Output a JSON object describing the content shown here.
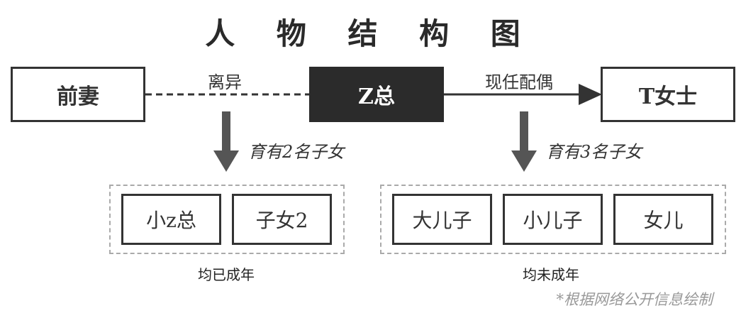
{
  "title": "人 物 结 构 图",
  "nodes": {
    "ex_wife": "前妻",
    "z_boss": "Z总",
    "ms_t": "T女士"
  },
  "relations": {
    "divorced": "离异",
    "current_spouse": "现任配偶"
  },
  "children_labels": {
    "left": "育有2名子女",
    "right": "育有3名子女"
  },
  "children": {
    "left": [
      "小z总",
      "子女2"
    ],
    "right": [
      "大儿子",
      "小儿子",
      "女儿"
    ]
  },
  "group_notes": {
    "left": "均已成年",
    "right": "均未成年"
  },
  "footnote": "*根据网络公开信息绘制",
  "colors": {
    "dark_box": "#2b2b2b",
    "border": "#333333",
    "arrow": "#555555",
    "dashed_frame": "#aaaaaa",
    "footnote": "#999999"
  }
}
